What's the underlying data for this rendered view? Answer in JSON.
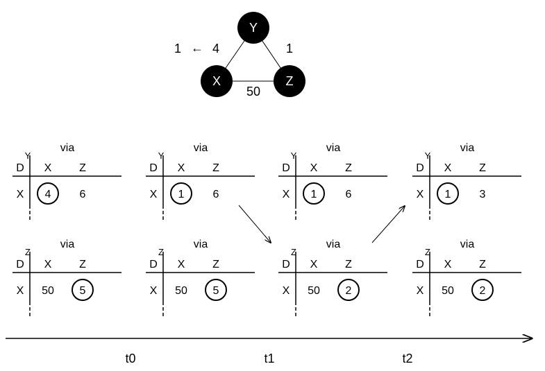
{
  "graph": {
    "nodes": [
      {
        "id": "Y",
        "label": "Y"
      },
      {
        "id": "X",
        "label": "X"
      },
      {
        "id": "Z",
        "label": "Z"
      }
    ],
    "edges": [
      {
        "from": "X",
        "to": "Y",
        "label": "4"
      },
      {
        "from": "Y",
        "to": "Z",
        "label": "1"
      },
      {
        "from": "X",
        "to": "Z",
        "label": "50"
      }
    ],
    "cost_change": {
      "new": "1",
      "old": "4",
      "arrow": "←"
    }
  },
  "tables": [
    {
      "node": "Y",
      "via_label": "via",
      "dest_header": "D",
      "cols": [
        "X",
        "Z"
      ],
      "row_dest": "X",
      "values": [
        "4",
        "6"
      ],
      "circled": 0
    },
    {
      "node": "Y",
      "via_label": "via",
      "dest_header": "D",
      "cols": [
        "X",
        "Z"
      ],
      "row_dest": "X",
      "values": [
        "1",
        "6"
      ],
      "circled": 0
    },
    {
      "node": "Y",
      "via_label": "via",
      "dest_header": "D",
      "cols": [
        "X",
        "Z"
      ],
      "row_dest": "X",
      "values": [
        "1",
        "6"
      ],
      "circled": 0
    },
    {
      "node": "Y",
      "via_label": "via",
      "dest_header": "D",
      "cols": [
        "X",
        "Z"
      ],
      "row_dest": "X",
      "values": [
        "1",
        "3"
      ],
      "circled": 0
    },
    {
      "node": "Z",
      "via_label": "via",
      "dest_header": "D",
      "cols": [
        "X",
        "Z"
      ],
      "row_dest": "X",
      "values": [
        "50",
        "5"
      ],
      "circled": 1
    },
    {
      "node": "Z",
      "via_label": "via",
      "dest_header": "D",
      "cols": [
        "X",
        "Z"
      ],
      "row_dest": "X",
      "values": [
        "50",
        "5"
      ],
      "circled": 1
    },
    {
      "node": "Z",
      "via_label": "via",
      "dest_header": "D",
      "cols": [
        "X",
        "Z"
      ],
      "row_dest": "X",
      "values": [
        "50",
        "2"
      ],
      "circled": 1
    },
    {
      "node": "Z",
      "via_label": "via",
      "dest_header": "D",
      "cols": [
        "X",
        "Z"
      ],
      "row_dest": "X",
      "values": [
        "50",
        "2"
      ],
      "circled": 1
    }
  ],
  "timeline": {
    "labels": [
      "t0",
      "t1",
      "t2"
    ]
  }
}
